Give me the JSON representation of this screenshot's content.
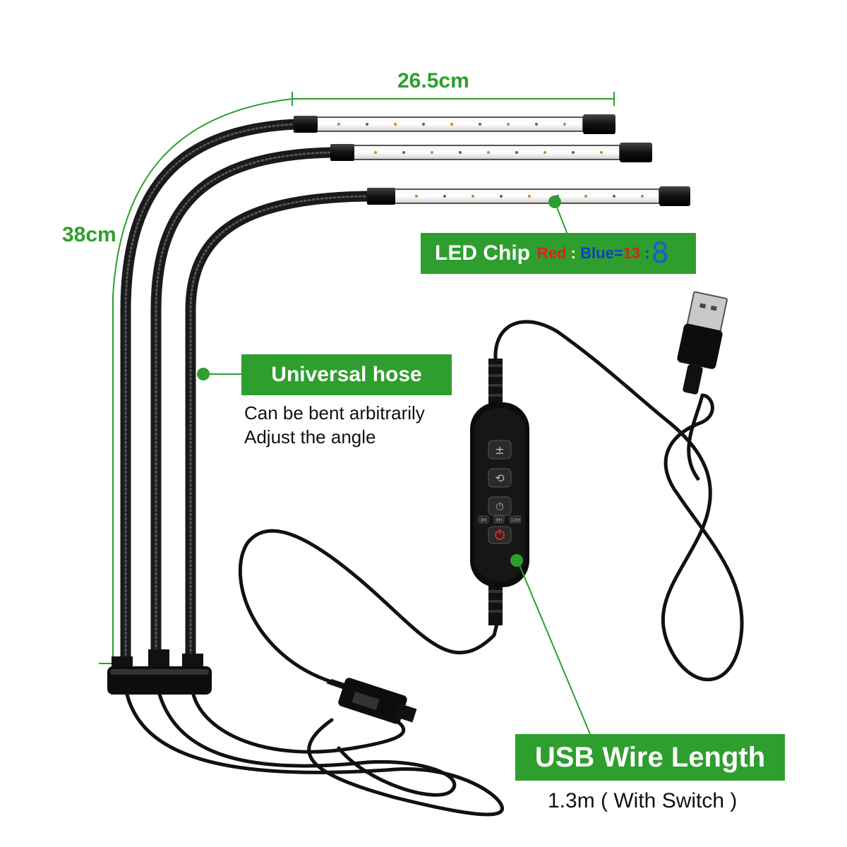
{
  "dimensions": {
    "width_label": "26.5cm",
    "height_label": "38cm"
  },
  "led_chip": {
    "title": "LED Chip",
    "red_label": "Red",
    "sep1": " : ",
    "blue_label": "Blue",
    "eq": "=",
    "red_value": "13",
    "sep2": " :",
    "blue_value": "8"
  },
  "hose": {
    "title": "Universal hose",
    "line1": "Can be bent arbitrarily",
    "line2": "Adjust the angle"
  },
  "usb": {
    "title": "USB Wire Length",
    "subtitle": "1.3m ( With Switch )"
  },
  "controller": {
    "timer_labels": [
      "3H",
      "9H",
      "12H"
    ]
  },
  "colors": {
    "accent_green": "#2e9e2e",
    "red_text": "#e02020",
    "blue_text": "#1040c0"
  }
}
